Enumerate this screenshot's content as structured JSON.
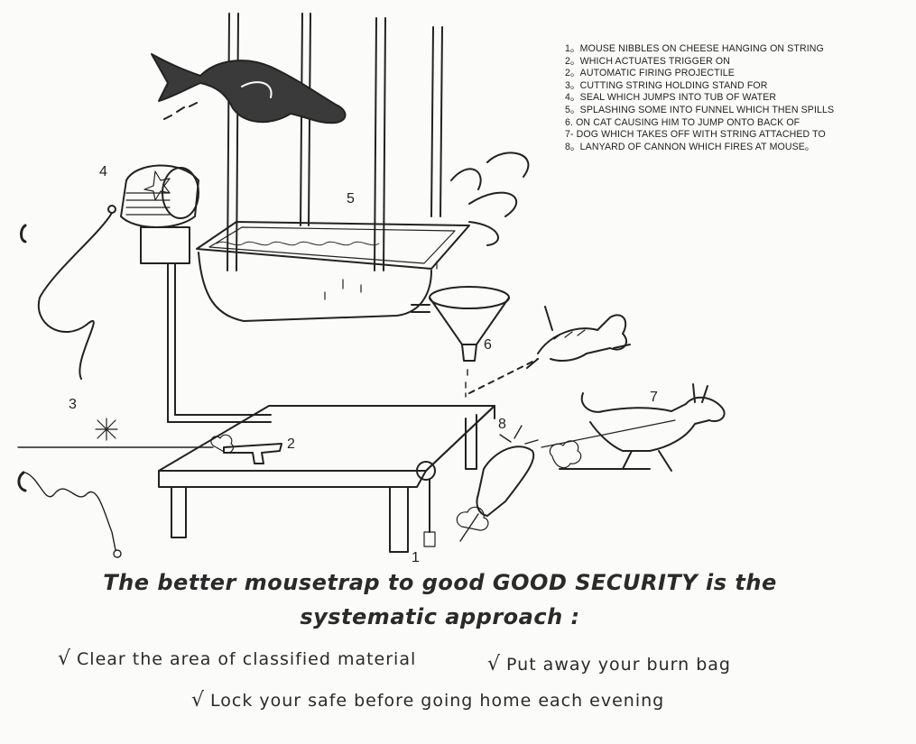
{
  "steps": [
    "1。MOUSE NIBBLES ON CHEESE HANGING ON STRING",
    "2。WHICH ACTUATES TRIGGER ON",
    "2。AUTOMATIC FIRING PROJECTILE",
    "3。CUTTING STRING HOLDING STAND FOR",
    "4。SEAL WHICH JUMPS INTO TUB OF WATER",
    "5。SPLASHING SOME INTO FUNNEL WHICH THEN SPILLS",
    "6. ON CAT CAUSING HIM TO JUMP ONTO BACK OF",
    "7- DOG WHICH TAKES OFF WITH STRING ATTACHED TO",
    "8。LANYARD OF CANNON WHICH FIRES AT MOUSE。"
  ],
  "labels": {
    "n1": "1",
    "n2": "2",
    "n3": "3",
    "n4": "4",
    "n5": "5",
    "n6": "6",
    "n7": "7",
    "n8": "8"
  },
  "headline": {
    "line1": "The better mousetrap to good GOOD SECURITY is the",
    "line2": "systematic approach :"
  },
  "checklist": {
    "tick": "√",
    "item1": "Clear the area of classified material",
    "item2": "Put away your burn bag",
    "item3": "Lock your safe   before going home each evening"
  }
}
